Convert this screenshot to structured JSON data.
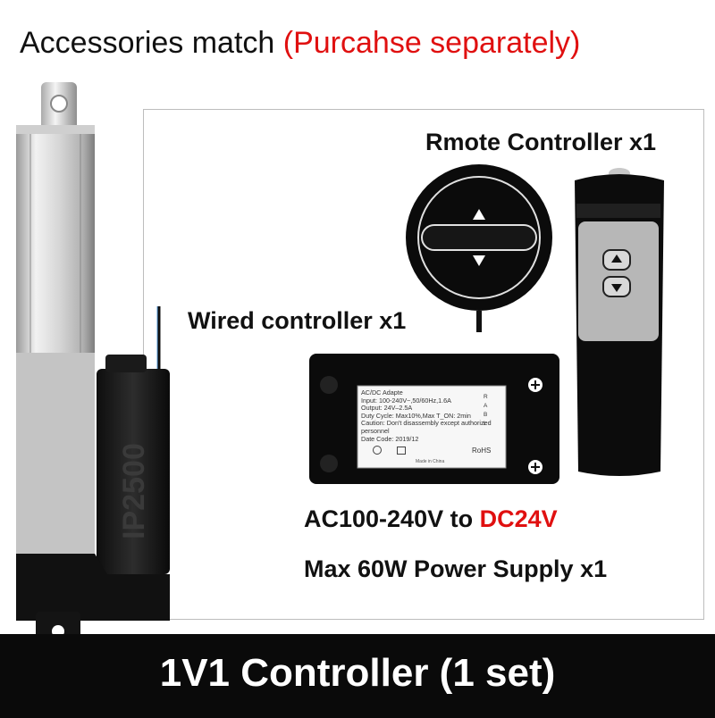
{
  "header": {
    "prefix": "Accessories match ",
    "highlight": "(Purcahse separately)"
  },
  "labels": {
    "remote": "Rmote Controller x1",
    "wired": "Wired controller x1",
    "ac_prefix": "AC100-240V to ",
    "ac_highlight": "DC24V",
    "power_supply": "Max 60W Power Supply x1"
  },
  "actuator": {
    "motor_text": "IP2500"
  },
  "adapter_label": {
    "title": "AC/DC Adapte",
    "input": "Input: 100-240V~,50/60Hz,1.6A",
    "output": "Output: 24V–2.5A",
    "duty": "Duty Cycle: Max10%,Max T_ON: 2min",
    "caution1": "Caution: Don't disassembly except authorized",
    "caution2": "personnel",
    "date": "Date Code: 2019/12",
    "rohs": "RoHS",
    "made": "Made in China",
    "side_letters": [
      "R",
      "A",
      "B",
      "L"
    ]
  },
  "footer": {
    "title": "1V1 Controller (1 set)"
  },
  "colors": {
    "accent_red": "#e01010",
    "footer_bg": "#0a0a0a"
  }
}
